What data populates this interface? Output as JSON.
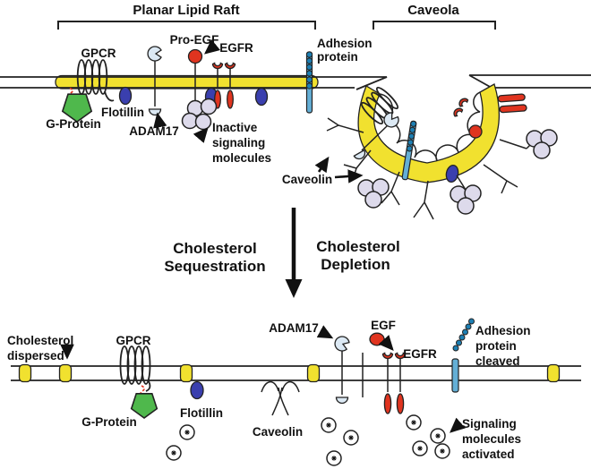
{
  "top_panel": {
    "raft_title": "Planar Lipid Raft",
    "caveola_title": "Caveola",
    "labels": {
      "gpcr": "GPCR",
      "pro_egf": "Pro-EGF",
      "egfr": "EGFR",
      "adhesion_line1": "Adhesion",
      "adhesion_line2": "protein",
      "g_protein": "G-Protein",
      "flotillin": "Flotillin",
      "adam17": "ADAM17",
      "inactive_line1": "Inactive",
      "inactive_line2": "signaling",
      "inactive_line3": "molecules",
      "caveolin": "Caveolin"
    }
  },
  "transition": {
    "left_line1": "Cholesterol",
    "left_line2": "Sequestration",
    "right_line1": "Cholesterol",
    "right_line2": "Depletion"
  },
  "bottom_panel": {
    "labels": {
      "chol_line1": "Cholesterol",
      "chol_line2": "dispersed",
      "gpcr": "GPCR",
      "g_protein": "G-Protein",
      "flotillin": "Flotillin",
      "caveolin": "Caveolin",
      "adam17": "ADAM17",
      "egf": "EGF",
      "egfr": "EGFR",
      "adhesion_line1": "Adhesion",
      "adhesion_line2": "protein",
      "adhesion_line3": "cleaved",
      "signaling_line1": "Signaling",
      "signaling_line2": "molecules",
      "signaling_line3": "activated"
    }
  },
  "colors": {
    "raft_yellow": "#F1E12F",
    "protein_red": "#E0341F",
    "flotillin_blue": "#3A3FAE",
    "g_protein_green": "#4FB84C",
    "signaling_lavender": "#DDDAEB",
    "adam_blue": "#DCE9F4",
    "adhesion_bar": "#64AFD6",
    "adhesion_bead": "#1D7FB3",
    "membrane_line": "#222222",
    "arrow_black": "#111111",
    "text_black": "#111111"
  }
}
